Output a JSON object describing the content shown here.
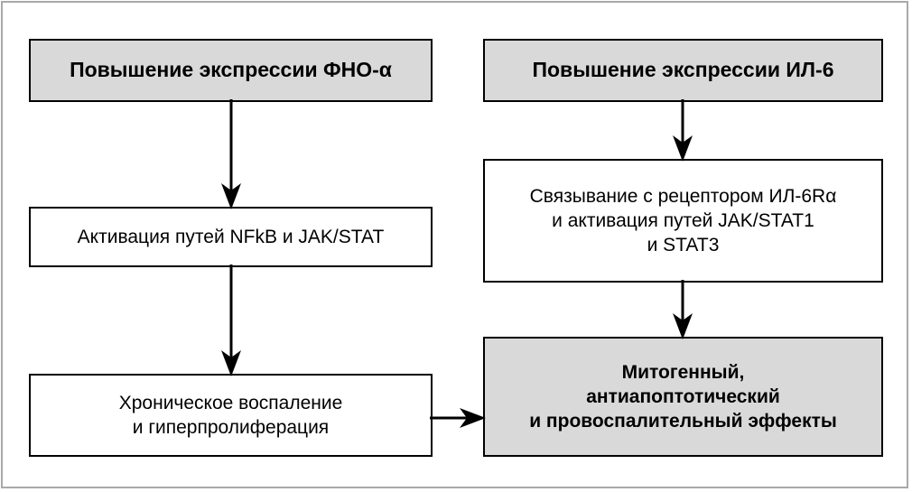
{
  "figure": {
    "type": "flowchart",
    "orientation": "two-column",
    "frame_color": "#a9a9a9",
    "node_border_color": "#000000",
    "shaded_fill": "#d9d9d9",
    "plain_fill": "#ffffff"
  },
  "nodes": {
    "tnf": {
      "id": "node-tnf",
      "label": "Повышение экспрессии ФНО-α",
      "style": "shaded-bold"
    },
    "il6": {
      "id": "node-il6",
      "label": "Повышение экспрессии ИЛ-6",
      "style": "shaded-bold"
    },
    "nfkb": {
      "id": "node-nfkb",
      "label": "Активация путей NFkB и JAK/STAT",
      "style": "plain"
    },
    "il6r": {
      "id": "node-il6r",
      "line1": "Связывание с рецептором ИЛ-6Rα",
      "line2": "и активация путей JAK/STAT1",
      "line3": "и STAT3",
      "style": "plain"
    },
    "inflammation": {
      "id": "node-inflammation",
      "line1": "Хроническое воспаление",
      "line2": "и гиперпролиферация",
      "style": "plain"
    },
    "effects": {
      "id": "node-effects",
      "line1": "Митогенный,",
      "line2": "антиапоптотический",
      "line3": "и провоспалительный эффекты",
      "style": "shaded-bold"
    }
  },
  "edges": [
    {
      "name": "arrow-tnf-to-nfkb",
      "from": "tnf",
      "to": "nfkb",
      "direction": "down"
    },
    {
      "name": "arrow-nfkb-to-inflammation",
      "from": "nfkb",
      "to": "inflammation",
      "direction": "down"
    },
    {
      "name": "arrow-il6-to-il6r",
      "from": "il6",
      "to": "il6r",
      "direction": "down"
    },
    {
      "name": "arrow-il6r-to-effects",
      "from": "il6r",
      "to": "effects",
      "direction": "down"
    },
    {
      "name": "arrow-inflammation-to-effects",
      "from": "inflammation",
      "to": "effects",
      "direction": "right"
    }
  ]
}
